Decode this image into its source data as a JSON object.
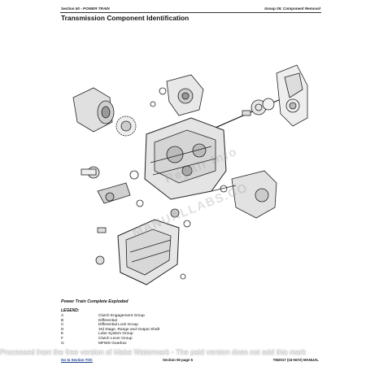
{
  "header": {
    "section_left": "Section 50 - POWER TRAIN",
    "group_right": "Group 05: Component Removal"
  },
  "page_title": "Transmission Component Identification",
  "watermarks": {
    "line1": "Repair Info",
    "line2": "MANUALLABS.CO"
  },
  "figure_caption": "Power Train Complete Exploded",
  "legend": {
    "title": "LEGEND:",
    "items": [
      {
        "key": "A",
        "label": "Clutch Engagement Group"
      },
      {
        "key": "B",
        "label": "Differential"
      },
      {
        "key": "C",
        "label": "Differential Lock Group"
      },
      {
        "key": "D",
        "label": "3rd Stage, Range and Output Shaft"
      },
      {
        "key": "E",
        "label": "Lube System Group"
      },
      {
        "key": "F",
        "label": "Clutch Lever Group"
      },
      {
        "key": "G",
        "label": "MFWD Gearbox"
      }
    ]
  },
  "banner_text": "Processed from the free version of Make Watermark - The paid version does not add this mark",
  "footer": {
    "link": "Go to Section TOC",
    "page": "Section 50 page 5",
    "doc_id": "TM2017 (16-NOV) MANUAL"
  }
}
